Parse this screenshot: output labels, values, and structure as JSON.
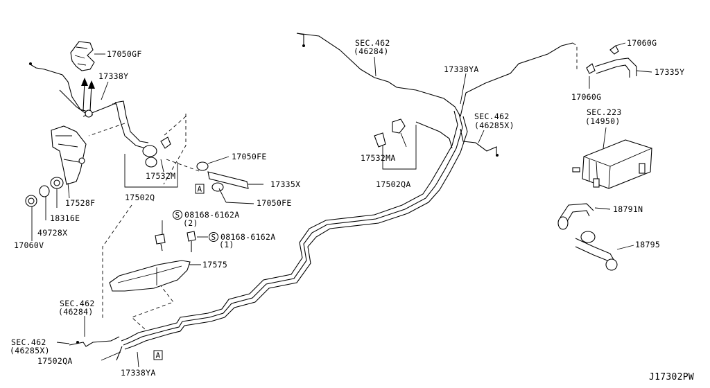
{
  "diagram_id": "J17302PW",
  "labels": {
    "p17050GF": "17050GF",
    "p17338Y": "17338Y",
    "p17338YA_top": "17338YA",
    "p17338YA_bottom": "17338YA",
    "sec462_top_a": "SEC.462",
    "sec462_top_b": "(46284)",
    "sec462_right_a": "SEC.462",
    "sec462_right_b": "(46285X)",
    "sec462_left_a": "SEC.462",
    "sec462_left_b": "(46284)",
    "sec462_bl_a": "SEC.462",
    "sec462_bl_b": "(46285X)",
    "sec223_a": "SEC.223",
    "sec223_b": "(14950)",
    "p17060G_top": "17060G",
    "p17060G_bot": "17060G",
    "p17335Y": "17335Y",
    "p17050FE_top": "17050FE",
    "p17050FE_bot": "17050FE",
    "p17335X": "17335X",
    "p17532M": "17532M",
    "p17502Q": "17502Q",
    "p17532MA": "17532MA",
    "p17502QA_mid": "17502QA",
    "p17502QA_bot": "17502QA",
    "p17528F": "17528F",
    "p18316E": "18316E",
    "p49728X": "49728X",
    "p17060V": "17060V",
    "bolt2_num": "08168-6162A",
    "bolt2_qty": "(2)",
    "bolt1_num": "08168-6162A",
    "bolt1_qty": "(1)",
    "s_mark": "S",
    "p17575": "17575",
    "p18791N": "18791N",
    "p18795": "18795",
    "ref_a": "A"
  }
}
